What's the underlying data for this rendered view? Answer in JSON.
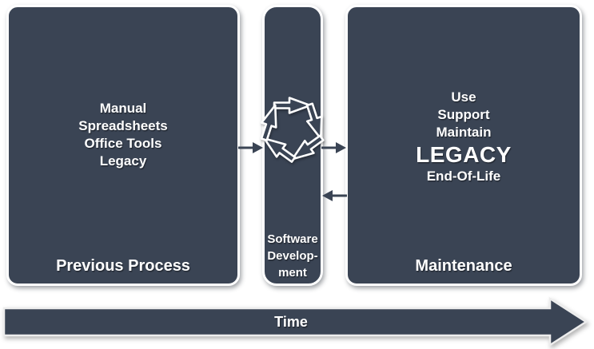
{
  "colors": {
    "background": "#ffffff",
    "panel-fill": "#3a4454",
    "panel-border": "#ffffff",
    "text": "#ffffff",
    "arrow-fill": "#3a4454",
    "timebar-border": "#ededed"
  },
  "panels": {
    "previous": {
      "items": [
        "Manual",
        "Spreadsheets",
        "Office Tools",
        "Legacy"
      ],
      "label": "Previous Process"
    },
    "software": {
      "icon": "iteration-cycle-icon",
      "label_lines": [
        "Software",
        "Develop-",
        "ment"
      ]
    },
    "maintenance": {
      "items": [
        "Use",
        "Support",
        "Maintain"
      ],
      "highlight": "LEGACY",
      "footer_item": "End-Of-Life",
      "label": "Maintenance"
    }
  },
  "connectors": {
    "forward_top": "arrow-right",
    "forward_mid": "arrow-right",
    "backward": "arrow-left"
  },
  "timeline": {
    "label": "Time"
  }
}
